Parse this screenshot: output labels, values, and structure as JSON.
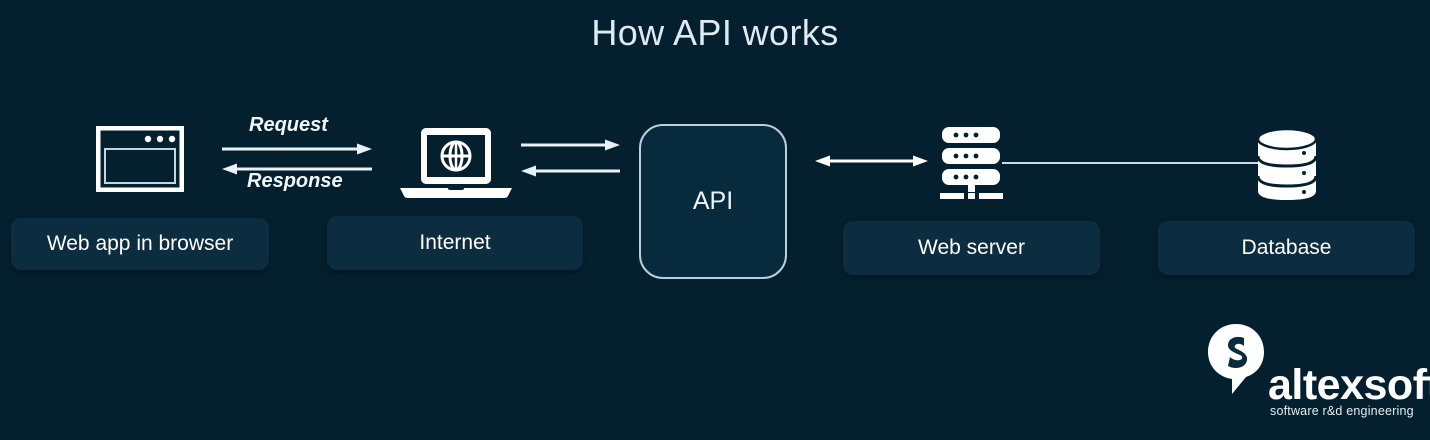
{
  "page": {
    "title": "How API works",
    "background_color": "#04202f",
    "accent_color": "#b9cfdb",
    "pill_color": "#0b2d3f",
    "icon_color": "#ffffff"
  },
  "nodes": [
    {
      "id": "web-app",
      "label": "Web app in browser",
      "icon": "browser-window-icon"
    },
    {
      "id": "internet",
      "label": "Internet",
      "icon": "laptop-globe-icon"
    },
    {
      "id": "api",
      "label": "API",
      "icon": "rounded-box"
    },
    {
      "id": "web-server",
      "label": "Web server",
      "icon": "server-rack-icon"
    },
    {
      "id": "database",
      "label": "Database",
      "icon": "database-cylinder-icon"
    }
  ],
  "connectors": [
    {
      "id": "request",
      "label": "Request",
      "from": "web-app",
      "to": "internet",
      "direction": "right"
    },
    {
      "id": "response",
      "label": "Response",
      "from": "internet",
      "to": "web-app",
      "direction": "left"
    },
    {
      "id": "internet-to-api",
      "label": "",
      "from": "internet",
      "to": "api",
      "direction": "right"
    },
    {
      "id": "api-to-internet",
      "label": "",
      "from": "api",
      "to": "internet",
      "direction": "left"
    },
    {
      "id": "api-server",
      "label": "",
      "from": "api",
      "to": "web-server",
      "direction": "both"
    },
    {
      "id": "server-database",
      "label": "",
      "from": "web-server",
      "to": "database",
      "direction": "none"
    }
  ],
  "logo": {
    "name": "altexsoft",
    "tagline": "software r&d engineering",
    "mark": "altexsoft-speech-bubble-icon"
  }
}
